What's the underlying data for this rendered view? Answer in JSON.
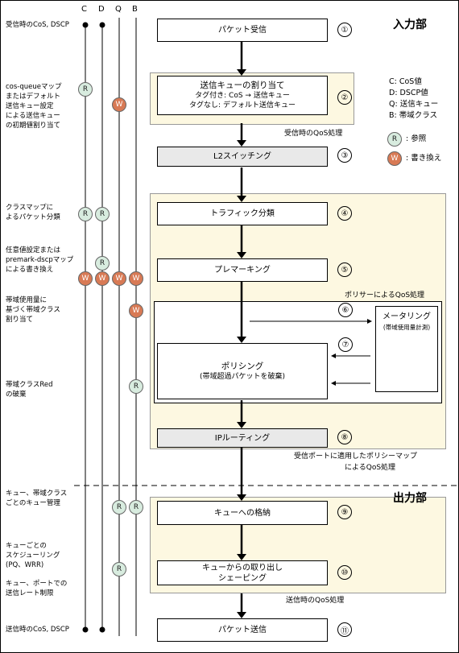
{
  "columns": [
    "C",
    "D",
    "Q",
    "B"
  ],
  "sections": {
    "input": "入力部",
    "output": "出力部"
  },
  "steps": [
    {
      "num": "①",
      "title": "パケット受信"
    },
    {
      "num": "②",
      "title": "送信キューの割り当て",
      "line1": "タグ付き: CoS → 送信キュー",
      "line2": "タグなし: デフォルト送信キュー"
    },
    {
      "num": "③",
      "title": "L2スイッチング"
    },
    {
      "num": "④",
      "title": "トラフィック分類"
    },
    {
      "num": "⑤",
      "title": "プレマーキング"
    },
    {
      "num": "⑥"
    },
    {
      "num": "⑦",
      "title": "ポリシング",
      "sub": "(帯域超過パケットを破棄)"
    },
    {
      "num": "⑧",
      "title": "IPルーティング"
    },
    {
      "num": "⑨",
      "title": "キューへの格納"
    },
    {
      "num": "⑩",
      "title": "キューからの取り出し",
      "sub": "シェーピング"
    },
    {
      "num": "⑪",
      "title": "パケット送信"
    }
  ],
  "metering": {
    "title": "メータリング",
    "sub": "(帯域使用量計測)"
  },
  "region_labels": {
    "rx_qos": "受信時のQoS処理",
    "policer": "ポリサーによるQoS処理",
    "policy_map_line1": "受信ポートに適用したポリシーマップ",
    "policy_map_line2": "によるQoS処理",
    "tx_qos": "送信時のQoS処理"
  },
  "legend": {
    "c": "C: CoS値",
    "d": "D: DSCP値",
    "q": "Q: 送信キュー",
    "b": "B: 帯域クラス",
    "r_symbol": "R",
    "r_text": ": 参照",
    "w_symbol": "W",
    "w_text": ": 書き換え"
  },
  "side_labels": [
    {
      "l1": "受信時のCoS, DSCP"
    },
    {
      "l1": "cos-queueマップ",
      "l2": "またはデフォルト",
      "l3": "送信キュー設定",
      "l4": "による送信キュー",
      "l5": "の初期値割り当て"
    },
    {
      "l1": "クラスマップに",
      "l2": "よるパケット分類"
    },
    {
      "l1": "任意値設定または",
      "l2": "premark-dscpマップ",
      "l3": "による書き換え"
    },
    {
      "l1": "帯域使用量に",
      "l2": "基づく帯域クラス",
      "l3": "割り当て"
    },
    {
      "l1": "帯域クラスRed",
      "l2": "の破棄"
    },
    {
      "l1": "キュー、帯域クラス",
      "l2": "ごとのキュー管理"
    },
    {
      "l1": "キューごとの",
      "l2": "スケジューリング",
      "l3": "(PQ、WRR)"
    },
    {
      "l1": "キュー、ポートでの",
      "l2": "送信レート制限"
    },
    {
      "l1": "送信時のCoS, DSCP"
    }
  ],
  "badge_letters": {
    "r": "R",
    "w": "W"
  },
  "colors": {
    "ref": "#d8ecdf",
    "write": "#d87a55",
    "region": "#fdf8e1",
    "gray_box": "#e9e9e9"
  }
}
